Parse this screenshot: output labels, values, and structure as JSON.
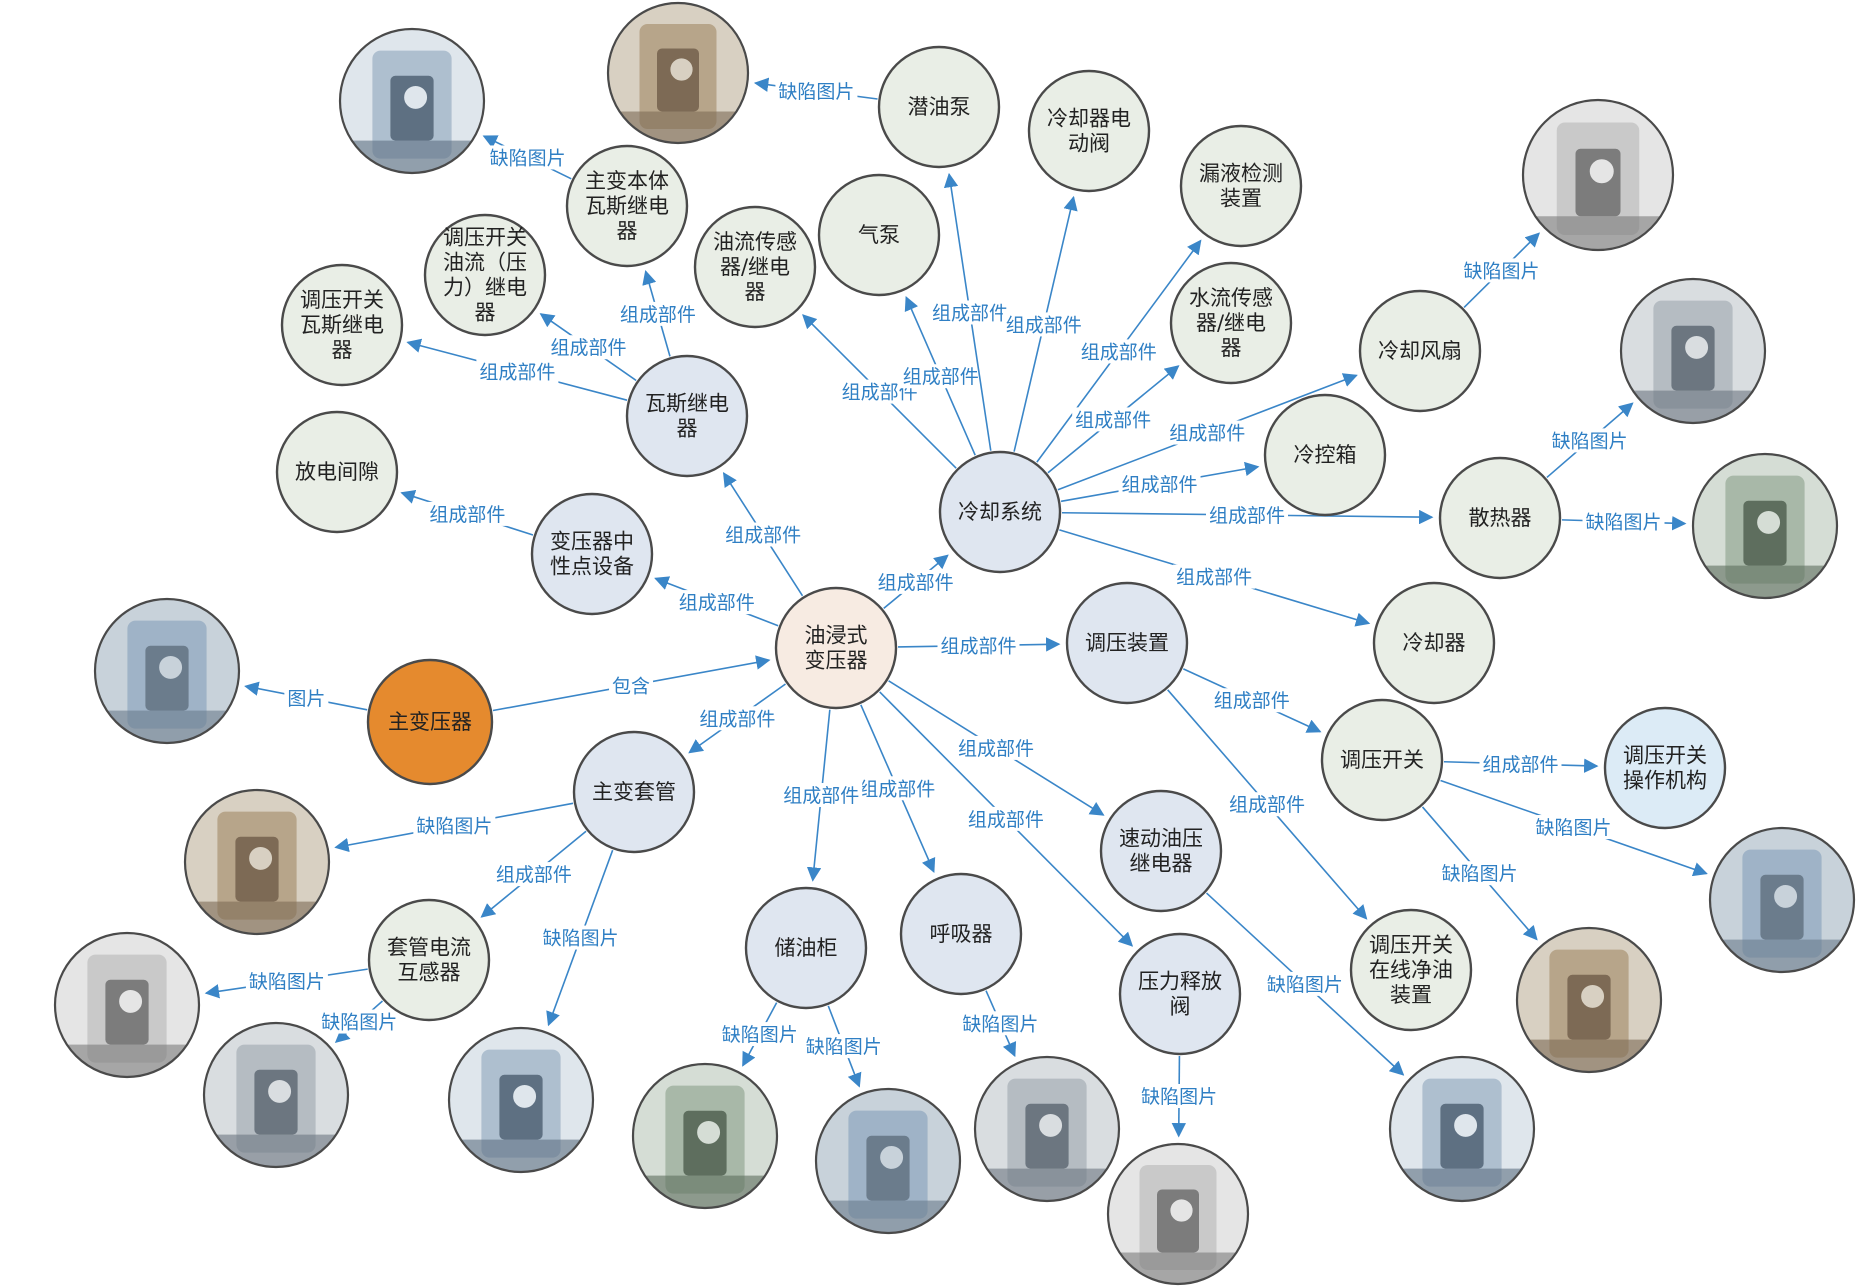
{
  "colors": {
    "edge": "#3a86c8",
    "edge_label": "#2f7fc4",
    "node_default": "#e9eee6",
    "node_blue": "#dfe6f0",
    "node_center": "#f7ebe2",
    "node_orange": "#e58a2e",
    "node_lightblue": "#dcebf6"
  },
  "nodes": [
    {
      "id": "main_transformer",
      "label": "主变压器",
      "style": "orange"
    },
    {
      "id": "oil_transformer",
      "label": "油浸式\n变压器",
      "style": "center"
    },
    {
      "id": "cooling_system",
      "label": "冷却系统",
      "style": "blue"
    },
    {
      "id": "gas_relay",
      "label": "瓦斯继电\n器",
      "style": "blue"
    },
    {
      "id": "neutral_equipment",
      "label": "变压器中\n性点设备",
      "style": "blue"
    },
    {
      "id": "discharge_gap",
      "label": "放电间隙",
      "style": "default"
    },
    {
      "id": "tap_gas_relay",
      "label": "调压开关\n瓦斯继电\n器",
      "style": "default"
    },
    {
      "id": "tap_oil_relay",
      "label": "调压开关\n油流（压\n力）继电\n器",
      "style": "default"
    },
    {
      "id": "main_gas_relay",
      "label": "主变本体\n瓦斯继电\n器",
      "style": "default"
    },
    {
      "id": "oil_flow_sensor",
      "label": "油流传感\n器/继电\n器",
      "style": "default"
    },
    {
      "id": "air_pump",
      "label": "气泵",
      "style": "default"
    },
    {
      "id": "oil_pump",
      "label": "潜油泵",
      "style": "default"
    },
    {
      "id": "cooler_valve",
      "label": "冷却器电\n动阀",
      "style": "default"
    },
    {
      "id": "leak_detect",
      "label": "漏液检测\n装置",
      "style": "default"
    },
    {
      "id": "water_flow_sensor",
      "label": "水流传感\n器/继电\n器",
      "style": "default"
    },
    {
      "id": "cooling_fan",
      "label": "冷却风扇",
      "style": "default"
    },
    {
      "id": "control_box",
      "label": "冷控箱",
      "style": "default"
    },
    {
      "id": "radiator",
      "label": "散热器",
      "style": "default"
    },
    {
      "id": "cooler",
      "label": "冷却器",
      "style": "default"
    },
    {
      "id": "voltage_regulator",
      "label": "调压装置",
      "style": "blue"
    },
    {
      "id": "tap_switch",
      "label": "调压开关",
      "style": "default"
    },
    {
      "id": "tap_mechanism",
      "label": "调压开关\n操作机构",
      "style": "lightblue"
    },
    {
      "id": "tap_filter",
      "label": "调压开关\n在线净油\n装置",
      "style": "default"
    },
    {
      "id": "sudden_pressure_relay",
      "label": "速动油压\n继电器",
      "style": "blue"
    },
    {
      "id": "pressure_relief",
      "label": "压力释放\n阀",
      "style": "blue"
    },
    {
      "id": "breather",
      "label": "呼吸器",
      "style": "blue"
    },
    {
      "id": "conservator",
      "label": "储油柜",
      "style": "blue"
    },
    {
      "id": "bushing",
      "label": "主变套管",
      "style": "blue"
    },
    {
      "id": "bushing_ct",
      "label": "套管电流\n互感器",
      "style": "default"
    }
  ],
  "photos": [
    {
      "id": "photo_transformer",
      "subject": "transformer-substation-photo"
    },
    {
      "id": "photo_oil_pump",
      "subject": "oil-pump-gauge-photo"
    },
    {
      "id": "photo_main_gas_relay",
      "subject": "gas-relay-photo"
    },
    {
      "id": "photo_cooling_fan",
      "subject": "fan-grille-photo"
    },
    {
      "id": "photo_radiator_1",
      "subject": "radiator-base-photo"
    },
    {
      "id": "photo_radiator_2",
      "subject": "radiator-fins-photo"
    },
    {
      "id": "photo_tap_switch_1",
      "subject": "tap-switch-photo"
    },
    {
      "id": "photo_tap_switch_2",
      "subject": "tap-switch-flange-photo"
    },
    {
      "id": "photo_sudden_relay",
      "subject": "relay-piping-photo"
    },
    {
      "id": "photo_pressure_relief",
      "subject": "pressure-relief-valve-photo"
    },
    {
      "id": "photo_breather",
      "subject": "breather-photo"
    },
    {
      "id": "photo_conservator_1",
      "subject": "conservator-gauge-photo"
    },
    {
      "id": "photo_conservator_2",
      "subject": "conservator-tank-photo"
    },
    {
      "id": "photo_bushing_1",
      "subject": "bushing-top-photo"
    },
    {
      "id": "photo_bushing_2",
      "subject": "bushing-insulator-photo"
    },
    {
      "id": "photo_bushing_ct_1",
      "subject": "bushing-ct-box-photo"
    },
    {
      "id": "photo_bushing_ct_2",
      "subject": "bushing-ct-cable-photo"
    }
  ],
  "edges": [
    {
      "from": "main_transformer",
      "to": "photo_transformer",
      "label": "图片"
    },
    {
      "from": "main_transformer",
      "to": "oil_transformer",
      "label": "包含"
    },
    {
      "from": "oil_transformer",
      "to": "neutral_equipment",
      "label": "组成部件"
    },
    {
      "from": "oil_transformer",
      "to": "gas_relay",
      "label": "组成部件"
    },
    {
      "from": "oil_transformer",
      "to": "cooling_system",
      "label": "组成部件"
    },
    {
      "from": "oil_transformer",
      "to": "voltage_regulator",
      "label": "组成部件"
    },
    {
      "from": "oil_transformer",
      "to": "sudden_pressure_relay",
      "label": "组成部件"
    },
    {
      "from": "oil_transformer",
      "to": "pressure_relief",
      "label": "组成部件"
    },
    {
      "from": "oil_transformer",
      "to": "breather",
      "label": "组成部件"
    },
    {
      "from": "oil_transformer",
      "to": "conservator",
      "label": "组成部件"
    },
    {
      "from": "oil_transformer",
      "to": "bushing",
      "label": "组成部件"
    },
    {
      "from": "neutral_equipment",
      "to": "discharge_gap",
      "label": "组成部件"
    },
    {
      "from": "gas_relay",
      "to": "tap_gas_relay",
      "label": "组成部件"
    },
    {
      "from": "gas_relay",
      "to": "tap_oil_relay",
      "label": "组成部件"
    },
    {
      "from": "gas_relay",
      "to": "main_gas_relay",
      "label": "组成部件"
    },
    {
      "from": "main_gas_relay",
      "to": "photo_main_gas_relay",
      "label": "缺陷图片"
    },
    {
      "from": "cooling_system",
      "to": "oil_flow_sensor",
      "label": "组成部件"
    },
    {
      "from": "cooling_system",
      "to": "air_pump",
      "label": "组成部件"
    },
    {
      "from": "cooling_system",
      "to": "oil_pump",
      "label": "组成部件"
    },
    {
      "from": "cooling_system",
      "to": "cooler_valve",
      "label": "组成部件"
    },
    {
      "from": "cooling_system",
      "to": "leak_detect",
      "label": "组成部件"
    },
    {
      "from": "cooling_system",
      "to": "water_flow_sensor",
      "label": "组成部件"
    },
    {
      "from": "cooling_system",
      "to": "cooling_fan",
      "label": "组成部件"
    },
    {
      "from": "cooling_system",
      "to": "control_box",
      "label": "组成部件"
    },
    {
      "from": "cooling_system",
      "to": "radiator",
      "label": "组成部件"
    },
    {
      "from": "cooling_system",
      "to": "cooler",
      "label": "组成部件"
    },
    {
      "from": "oil_pump",
      "to": "photo_oil_pump",
      "label": "缺陷图片"
    },
    {
      "from": "cooling_fan",
      "to": "photo_cooling_fan",
      "label": "缺陷图片"
    },
    {
      "from": "radiator",
      "to": "photo_radiator_1",
      "label": "缺陷图片"
    },
    {
      "from": "radiator",
      "to": "photo_radiator_2",
      "label": "缺陷图片"
    },
    {
      "from": "voltage_regulator",
      "to": "tap_switch",
      "label": "组成部件"
    },
    {
      "from": "voltage_regulator",
      "to": "tap_filter",
      "label": "组成部件"
    },
    {
      "from": "tap_switch",
      "to": "tap_mechanism",
      "label": "组成部件"
    },
    {
      "from": "tap_switch",
      "to": "photo_tap_switch_1",
      "label": "缺陷图片"
    },
    {
      "from": "tap_switch",
      "to": "photo_tap_switch_2",
      "label": "缺陷图片"
    },
    {
      "from": "sudden_pressure_relay",
      "to": "photo_sudden_relay",
      "label": "缺陷图片"
    },
    {
      "from": "pressure_relief",
      "to": "photo_pressure_relief",
      "label": "缺陷图片"
    },
    {
      "from": "breather",
      "to": "photo_breather",
      "label": "缺陷图片"
    },
    {
      "from": "conservator",
      "to": "photo_conservator_1",
      "label": "缺陷图片"
    },
    {
      "from": "conservator",
      "to": "photo_conservator_2",
      "label": "缺陷图片"
    },
    {
      "from": "bushing",
      "to": "photo_bushing_1",
      "label": "缺陷图片"
    },
    {
      "from": "bushing",
      "to": "bushing_ct",
      "label": "组成部件"
    },
    {
      "from": "bushing",
      "to": "photo_bushing_2",
      "label": "缺陷图片"
    },
    {
      "from": "bushing_ct",
      "to": "photo_bushing_ct_1",
      "label": "缺陷图片"
    },
    {
      "from": "bushing_ct",
      "to": "photo_bushing_ct_2",
      "label": "缺陷图片"
    }
  ]
}
